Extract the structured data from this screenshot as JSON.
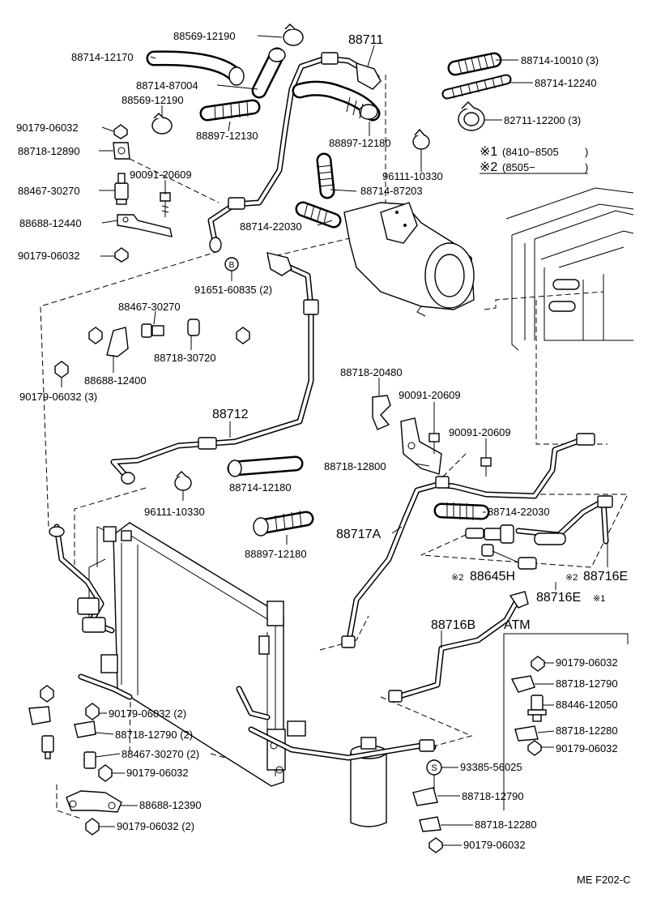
{
  "labels": {
    "p88569_12190_a": "88569-12190",
    "p88711": "88711",
    "p88714_12170": "88714-12170",
    "p88714_10010": "88714-10010 (3)",
    "p88714_87004": "88714-87004",
    "p88714_12240": "88714-12240",
    "p88569_12190_b": "88569-12190",
    "p82711_12200": "82711-12200 (3)",
    "p90179_06032_a": "90179-06032",
    "p88897_12130": "88897-12130",
    "p88897_12180": "88897-12180",
    "p88718_12890": "88718-12890",
    "p90091_20609_a": "90091-20609",
    "p96111_10330_a": "96111-10330",
    "p88467_30270_a": "88467-30270",
    "p88714_87203": "88714-87203",
    "p88688_12440": "88688-12440",
    "p88714_22030_a": "88714-22030",
    "p90179_06032_b": "90179-06032",
    "p91651_60835": "91651-60835 (2)",
    "p88467_30270_b": "88467-30270",
    "p88718_30720": "88718-30720",
    "p88688_12400": "88688-12400",
    "p90179_06032_c": "90179-06032 (3)",
    "p88718_20480": "88718-20480",
    "p90091_20609_b": "90091-20609",
    "p88712": "88712",
    "p90091_20609_c": "90091-20609",
    "p88718_12800": "88718-12800",
    "p88714_12180": "88714-12180",
    "p96111_10330_b": "96111-10330",
    "p88714_22030_b": "88714-22030",
    "p88717A": "88717A",
    "p88897_12180_b": "88897-12180",
    "p88645H": "88645H",
    "p88716E_a": "88716E",
    "p88716E_b": "88716E",
    "p88716B": "88716B",
    "atm": "ATM",
    "p90179_06032_d": "90179-06032",
    "p88718_12790_a": "88718-12790",
    "p88446_12050": "88446-12050",
    "p88718_12280_a": "88718-12280",
    "p90179_06032_e": "90179-06032",
    "p90179_06032_f": "90179-06032 (2)",
    "p88718_12790_b": "88718-12790 (2)",
    "p88467_30270_c": "88467-30270 (2)",
    "p90179_06032_g": "90179-06032",
    "p88688_12390": "88688-12390",
    "p90179_06032_h": "90179-06032 (2)",
    "p93385_56025": "93385-56025",
    "p88718_12790_c": "88718-12790",
    "p88718_12280_b": "88718-12280",
    "p90179_06032_i": "90179-06032",
    "code": "ME F202-C"
  },
  "notes": {
    "n1_mark": "※1",
    "n1_text": "(8410−8505",
    "n1_close": ")",
    "n2_mark": "※2",
    "n2_text": "(8505−",
    "n2_close": ")",
    "m2a": "※2",
    "m2b": "※2",
    "m1": "※1",
    "b_mark": "B",
    "s_mark": "S"
  }
}
